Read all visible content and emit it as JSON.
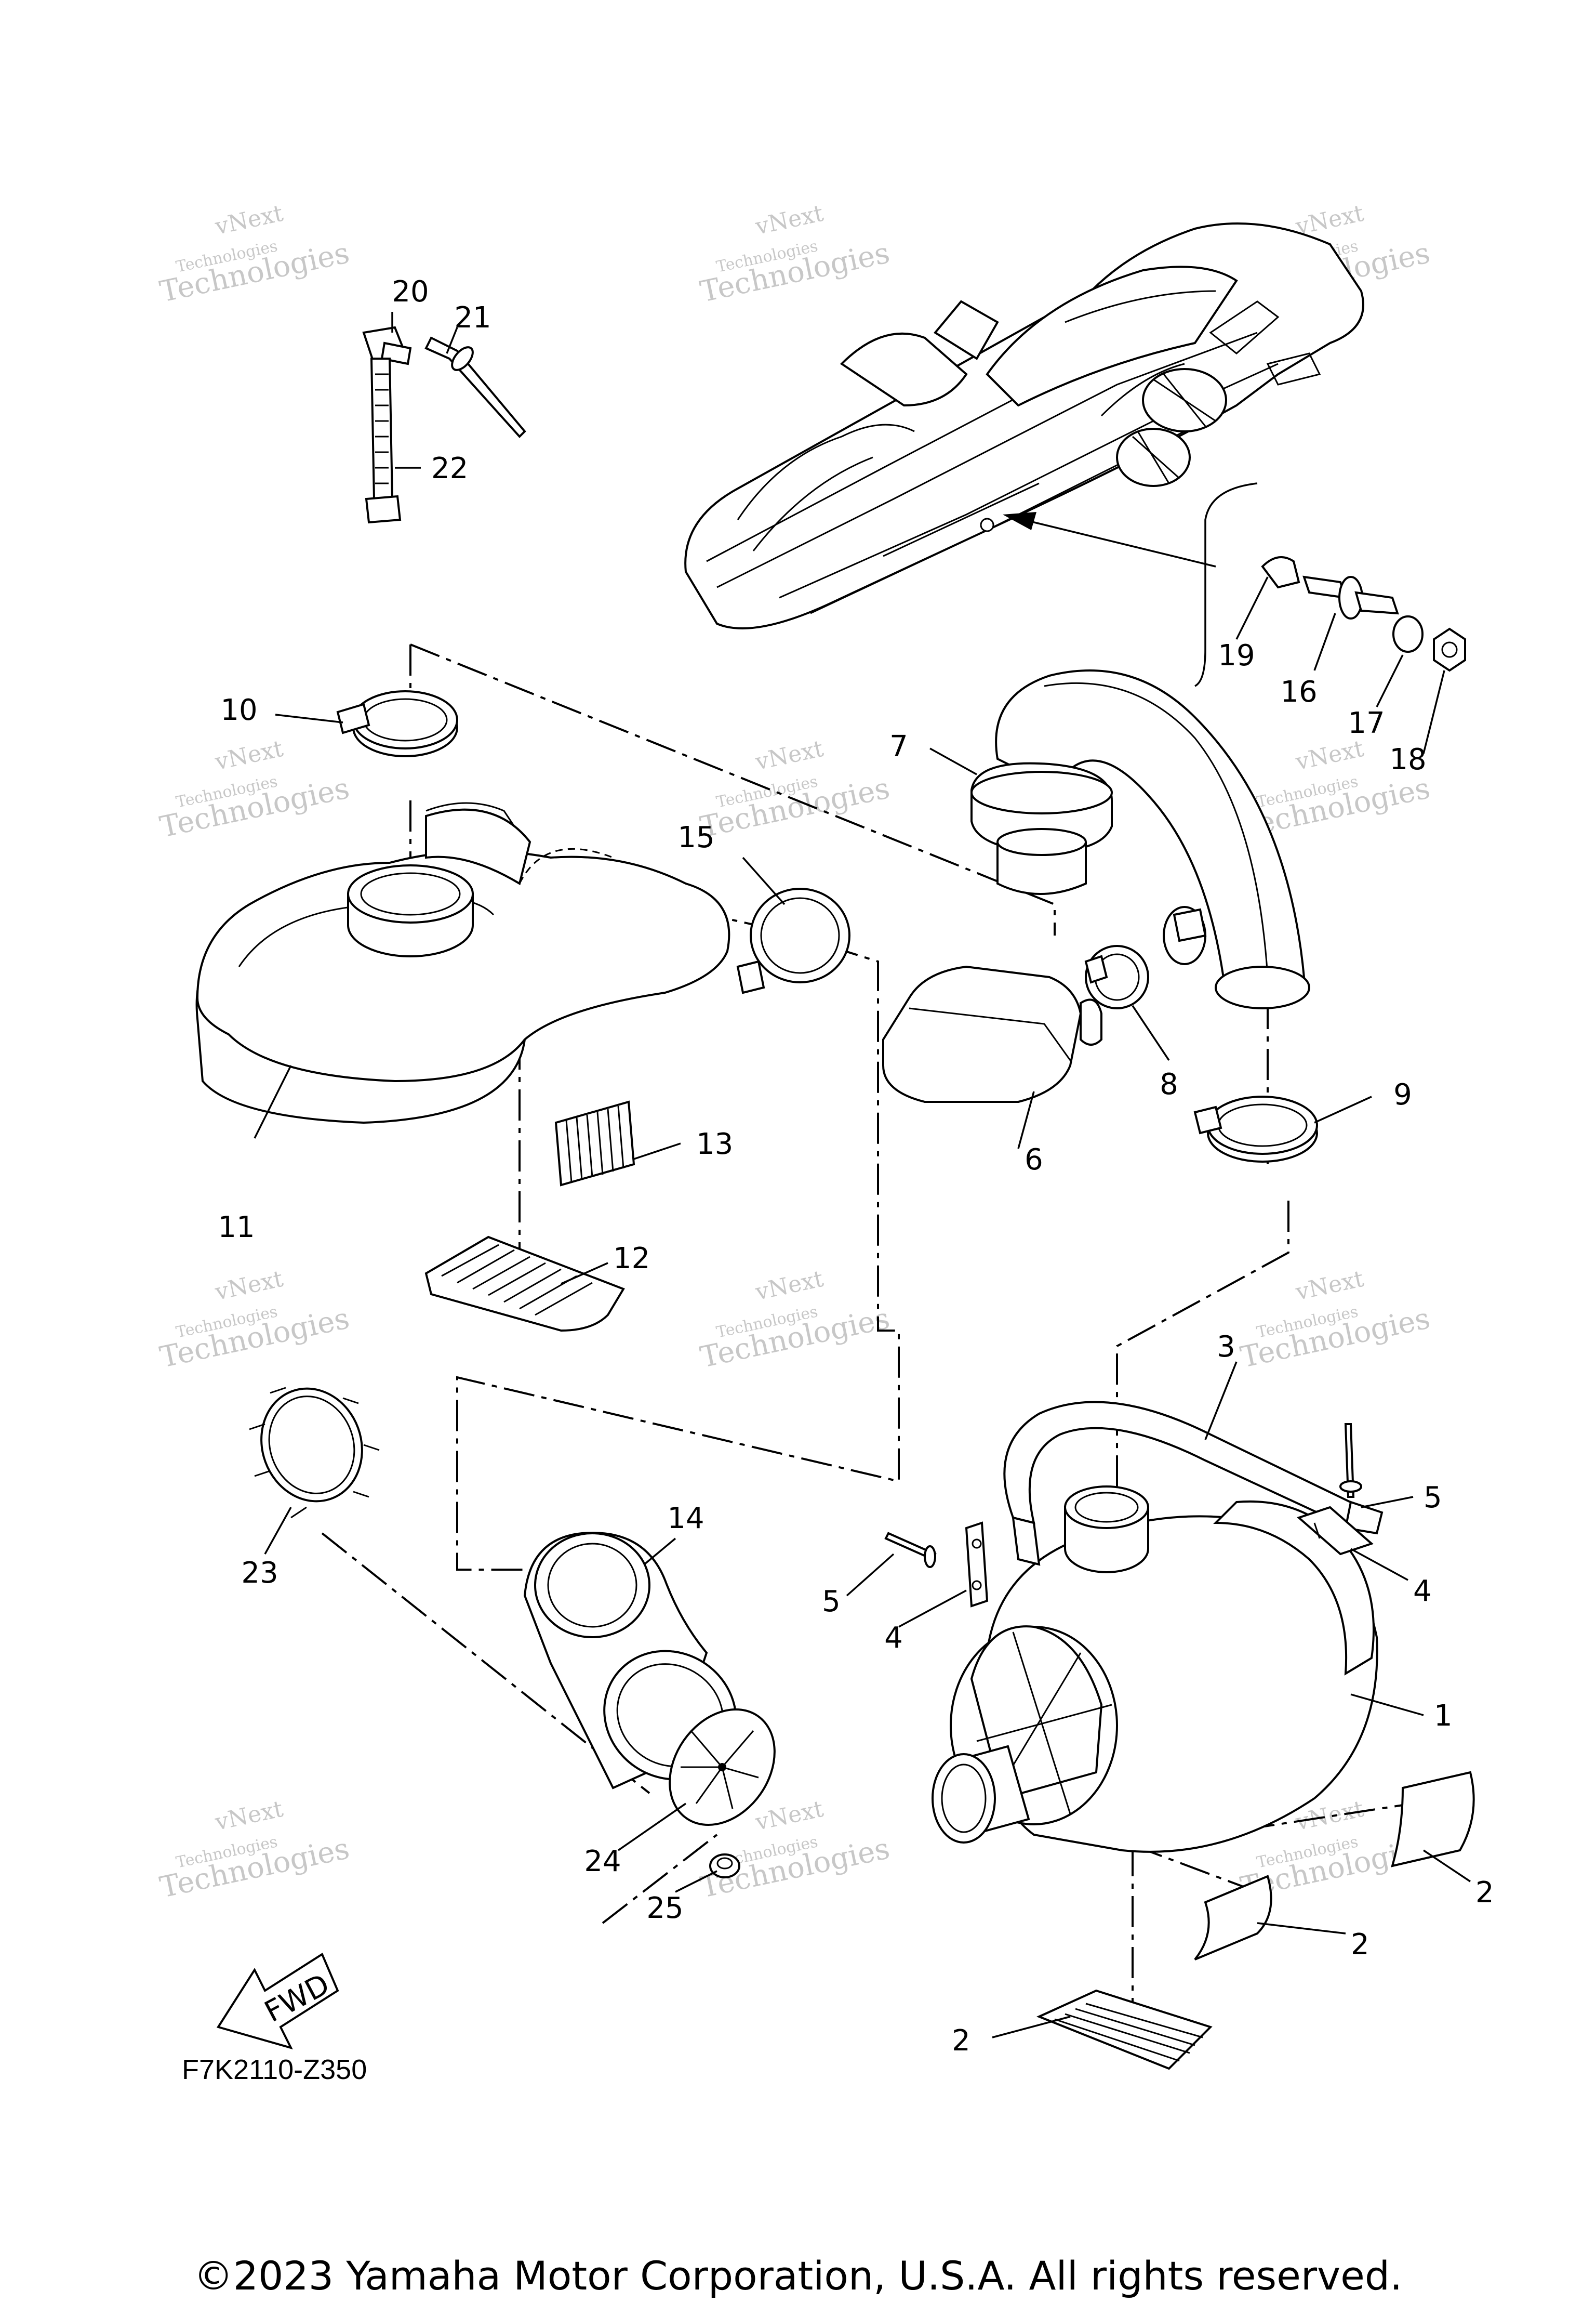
{
  "diagram_code": "F7K2110-Z350",
  "fwd_label": "FWD",
  "copyright": "©2023 Yamaha Motor Corporation, U.S.A. All rights reserved.",
  "watermark": {
    "line1": "vNext",
    "line2": "Technologies"
  },
  "parts": {
    "p1": "1",
    "p2a": "2",
    "p2b": "2",
    "p2c": "2",
    "p3": "3",
    "p4a": "4",
    "p4b": "4",
    "p5a": "5",
    "p5b": "5",
    "p6": "6",
    "p7": "7",
    "p8": "8",
    "p9": "9",
    "p10": "10",
    "p11": "11",
    "p12": "12",
    "p13": "13",
    "p14": "14",
    "p15": "15",
    "p16": "16",
    "p17": "17",
    "p18": "18",
    "p19": "19",
    "p20": "20",
    "p21": "21",
    "p22": "22",
    "p23": "23",
    "p24": "24",
    "p25": "25"
  }
}
